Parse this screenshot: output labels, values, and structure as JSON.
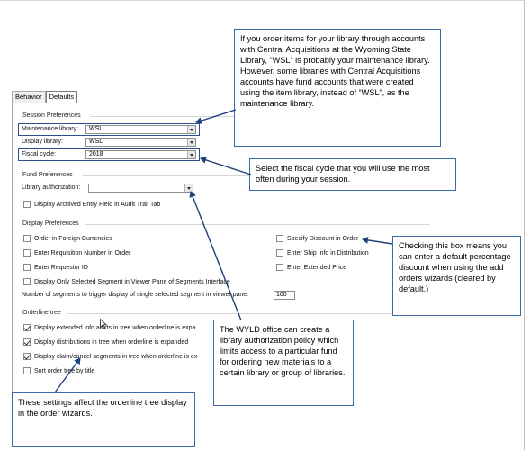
{
  "tabs": [
    {
      "label": "Behavior",
      "active": false
    },
    {
      "label": "Defaults",
      "active": true
    }
  ],
  "session_preferences": {
    "header": "Session Preferences",
    "maintenance_library": {
      "label": "Maintenance library:",
      "value": "WSL"
    },
    "display_library": {
      "label": "Display library:",
      "value": "WSL"
    },
    "fiscal_cycle": {
      "label": "Fiscal cycle:",
      "value": "2018"
    }
  },
  "fund_preferences": {
    "header": "Fund Preferences",
    "library_authorization": {
      "label": "Library authorization:",
      "value": ""
    },
    "display_archived": {
      "label": "Display Archived Entry Field in Audit Trail Tab",
      "checked": false
    }
  },
  "display_preferences": {
    "header": "Display Preferences",
    "foreign_currencies": {
      "label": "Order in Foreign Currencies",
      "checked": false
    },
    "requisition_number": {
      "label": "Enter Requisition Number in Order",
      "checked": false
    },
    "requestor_id": {
      "label": "Enter Requestor ID",
      "checked": false
    },
    "specify_discount": {
      "label": "Specify Discount in Order",
      "checked": false
    },
    "ship_info": {
      "label": "Enter Ship Info in Distribution",
      "checked": false
    },
    "extended_price": {
      "label": "Enter Extended Price",
      "checked": false
    },
    "only_selected_segment": {
      "label": "Display Only Selected Segment in Viewer Pane of Segments Interface",
      "checked": false
    },
    "segments_trigger": {
      "label": "Number of segments to trigger display of single selected segment in viewer pane:",
      "value": "100"
    }
  },
  "orderline_tree": {
    "header": "Orderline tree",
    "extended_info_alerts": {
      "label": "Display extended info alerts in tree when orderline is expa",
      "checked": true
    },
    "distributions": {
      "label": "Display distributions in tree when orderline is expanded",
      "checked": true
    },
    "claim_cancel": {
      "label": "Display claim/cancel segments in tree when orderline is ex",
      "checked": true
    },
    "sort_by_title": {
      "label": "Sort order tree by title",
      "checked": false
    }
  },
  "callouts": {
    "maintenance": "If you order items for your library through accounts with Central Acquisitions at the Wyoming State Library, “WSL” is probably your maintenance library. However, some libraries with Central Acquisitions accounts have fund accounts that were created using the item library, instead of “WSL”, as the maintenance library.",
    "fiscal": "Select the fiscal cycle that you will use the most often during your session.",
    "discount": "Checking this box means you can enter a default percentage discount when using the add orders wizards (cleared by default.)",
    "authorization": "The WYLD office can create a library authorization policy which limits access to a particular fund for ordering new materials to a certain library or group of libraries.",
    "orderline": "These settings affect the orderline tree display in the order wizards."
  },
  "colors": {
    "callout_border": "#3a6aa8",
    "highlight_border": "#2a4f8a",
    "arrow": "#1f3f7a"
  }
}
